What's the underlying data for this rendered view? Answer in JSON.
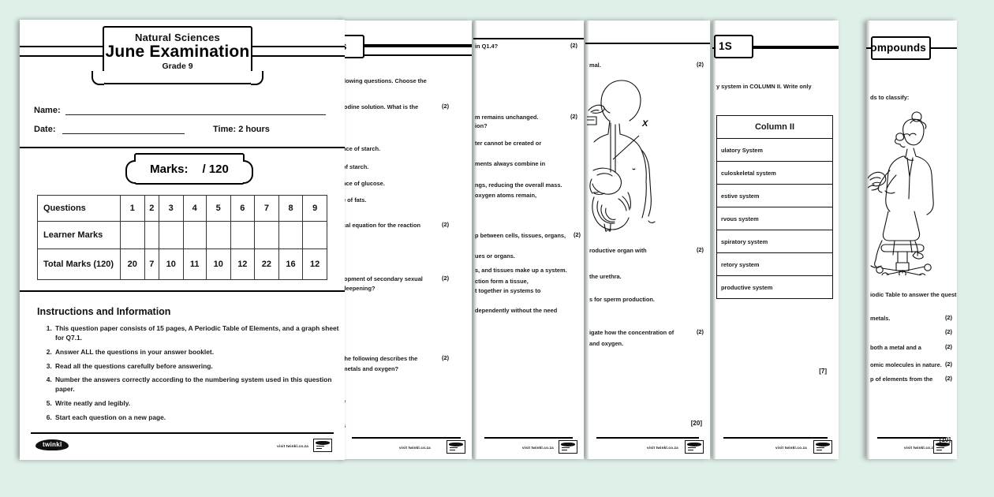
{
  "background_color": "#dff0e8",
  "pages": [
    {
      "id": "cover",
      "banner": {
        "subject": "Natural Sciences",
        "title": "June Examination",
        "grade": "Grade 9"
      },
      "fields": {
        "name_label": "Name:",
        "date_label": "Date:",
        "time_label": "Time: 2 hours"
      },
      "marks_box": {
        "label": "Marks:",
        "total": "/ 120"
      },
      "marks_table": {
        "row_labels": [
          "Questions",
          "Learner Marks",
          "Total Marks (120)"
        ],
        "questions": [
          "1",
          "2",
          "3",
          "4",
          "5",
          "6",
          "7",
          "8",
          "9"
        ],
        "learner_marks": [
          "",
          "",
          "",
          "",
          "",
          "",
          "",
          "",
          ""
        ],
        "total_marks": [
          "20",
          "7",
          "10",
          "11",
          "10",
          "12",
          "22",
          "16",
          "12"
        ]
      },
      "instructions_heading": "Instructions and Information",
      "instructions": [
        "This question paper consists of 15 pages, A Periodic Table of Elements, and a graph sheet for Q7.1.",
        "Answer ALL the questions in your answer booklet.",
        "Read all the questions carefully before answering.",
        "Number the answers correctly according to the numbering system used in this question paper.",
        "Write neatly and legibly.",
        "Start each question on a new page."
      ],
      "footer": {
        "logo": "twinkl",
        "url": "visit twinkl.co.za"
      }
    },
    {
      "id": "page-2",
      "banner_fragment": "s",
      "lines": [
        {
          "text": "llowing questions. Choose the",
          "mark": ""
        },
        {
          "text": "iodine solution. What is the",
          "mark": "(2)"
        },
        {
          "text": "nce of starch.",
          "mark": ""
        },
        {
          "text": "of starch.",
          "mark": ""
        },
        {
          "text": "nce of glucose.",
          "mark": ""
        },
        {
          "text": "e of fats.",
          "mark": ""
        },
        {
          "text": "cal equation for the reaction",
          "mark": "(2)"
        },
        {
          "text": "lopment of secondary sexual",
          "mark": "(2)"
        },
        {
          "text": "deepening?",
          "mark": ""
        },
        {
          "text": "the following describes the",
          "mark": "(2)"
        },
        {
          "text": "metals and oxygen?",
          "mark": ""
        },
        {
          "text": "e",
          "mark": ""
        },
        {
          "text": "s",
          "mark": ""
        }
      ],
      "footer": {
        "url": "visit twinkl.co.za"
      }
    },
    {
      "id": "page-3",
      "lines": [
        {
          "text": "in Q1.4?",
          "mark": "(2)"
        },
        {
          "text": "m remains unchanged.",
          "mark": "(2)"
        },
        {
          "text": "ion?",
          "mark": ""
        },
        {
          "text": "ter cannot be created or",
          "mark": ""
        },
        {
          "text": "ments always combine in",
          "mark": ""
        },
        {
          "text": "ngs, reducing the overall mass.",
          "mark": ""
        },
        {
          "text": "oxygen atoms remain,",
          "mark": ""
        },
        {
          "text": "p between cells, tissues, organs,",
          "mark": "(2)"
        },
        {
          "text": "ues or organs.",
          "mark": ""
        },
        {
          "text": "s, and tissues make up a system.",
          "mark": ""
        },
        {
          "text": "ction form a tissue,",
          "mark": ""
        },
        {
          "text": "t together in systems to",
          "mark": ""
        },
        {
          "text": "dependently without the need",
          "mark": ""
        }
      ],
      "footer": {
        "url": "visit twinkl.co.za"
      }
    },
    {
      "id": "page-4",
      "lines": [
        {
          "text": "mal.",
          "mark": "(2)"
        },
        {
          "text": "roductive organ with",
          "mark": "(2)"
        },
        {
          "text": "the urethra.",
          "mark": ""
        },
        {
          "text": "s for sperm production.",
          "mark": ""
        },
        {
          "text": "igate how the concentration of",
          "mark": "(2)"
        },
        {
          "text": "and oxygen.",
          "mark": ""
        }
      ],
      "diagram_label": "X",
      "diagram_name": "human-digestive-system-diagram",
      "section_total": "[20]",
      "footer": {
        "url": "visit twinkl.co.za"
      }
    },
    {
      "id": "page-5",
      "banner_fragment": "1S",
      "intro": "y system in COLUMN II. Write only",
      "column_table": {
        "header": "Column II",
        "rows": [
          "ulatory System",
          "culoskeletal system",
          "estive system",
          "rvous system",
          "spiratory system",
          "retory system",
          "productive system"
        ]
      },
      "section_total": "[7]",
      "footer": {
        "url": "visit twinkl.co.za"
      }
    },
    {
      "id": "page-6",
      "banner_fragment": "ical Compounds",
      "intro": "ds to classify:",
      "diagram_name": "scientist-at-lab-bench-illustration",
      "lines": [
        {
          "text": "iodic Table to answer the questions",
          "mark": ""
        },
        {
          "text": "metals.",
          "mark": "(2)"
        },
        {
          "text": "",
          "mark": "(2)"
        },
        {
          "text": "both a metal and a",
          "mark": "(2)"
        },
        {
          "text": "omic molecules in nature.",
          "mark": "(2)"
        },
        {
          "text": "p of elements from the",
          "mark": "(2)"
        }
      ],
      "section_total": "[10]",
      "footer": {
        "url": "visit twinkl.co.za"
      }
    }
  ]
}
